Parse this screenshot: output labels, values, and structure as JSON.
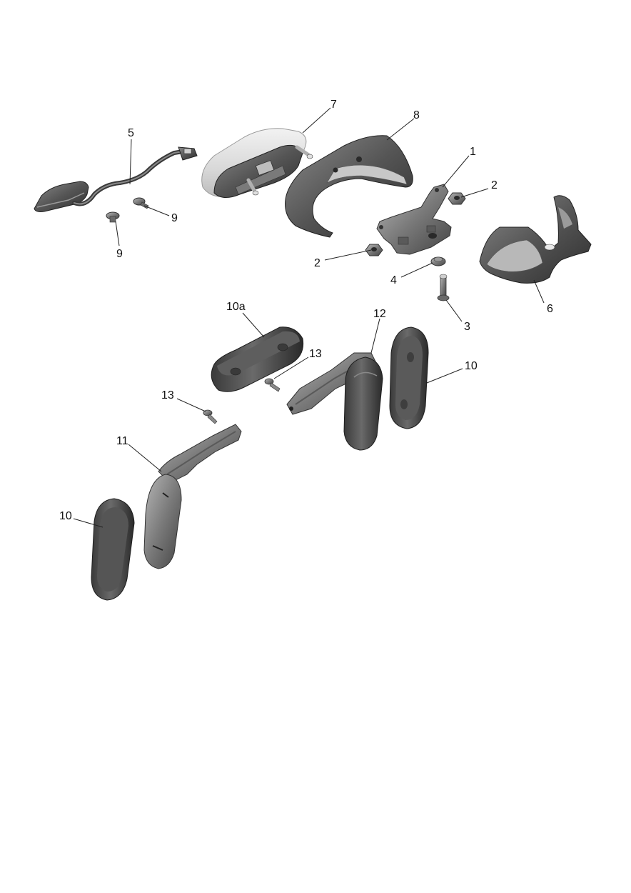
{
  "diagram": {
    "callouts": [
      {
        "id": "1",
        "text": "1"
      },
      {
        "id": "2a",
        "text": "2"
      },
      {
        "id": "2b",
        "text": "2"
      },
      {
        "id": "3",
        "text": "3"
      },
      {
        "id": "4",
        "text": "4"
      },
      {
        "id": "5",
        "text": "5"
      },
      {
        "id": "6",
        "text": "6"
      },
      {
        "id": "7",
        "text": "7"
      },
      {
        "id": "8",
        "text": "8"
      },
      {
        "id": "9a",
        "text": "9"
      },
      {
        "id": "9b",
        "text": "9"
      },
      {
        "id": "10a",
        "text": "10a"
      },
      {
        "id": "10b",
        "text": "10"
      },
      {
        "id": "10c",
        "text": "10"
      },
      {
        "id": "11",
        "text": "11"
      },
      {
        "id": "12",
        "text": "12"
      },
      {
        "id": "13a",
        "text": "13"
      },
      {
        "id": "13b",
        "text": "13"
      }
    ]
  }
}
